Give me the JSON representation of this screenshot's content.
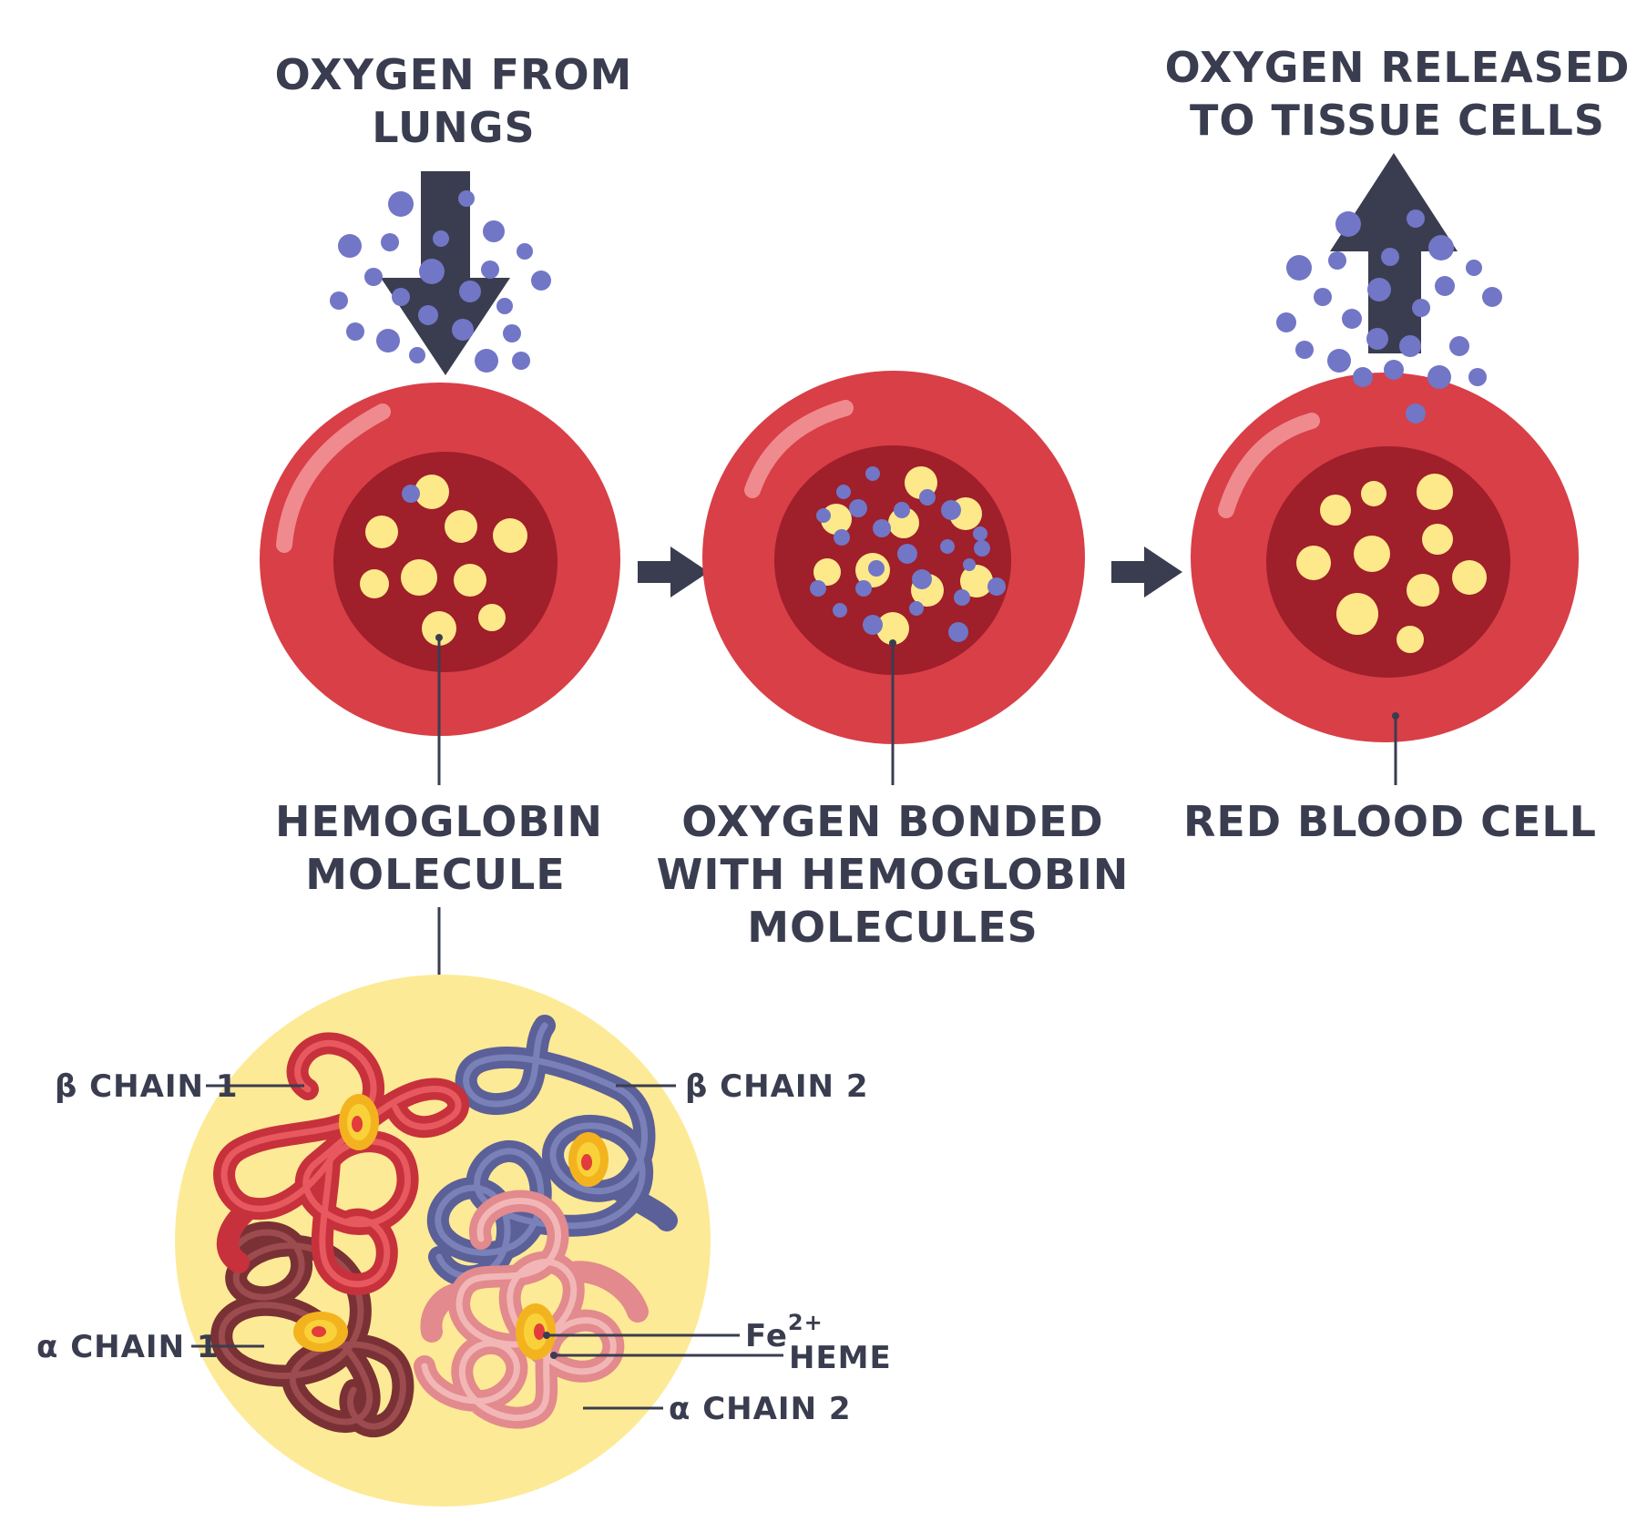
{
  "top_labels": {
    "oxygen_from_lungs": [
      "OXYGEN FROM",
      "LUNGS"
    ],
    "oxygen_released": [
      "OXYGEN RELEASED",
      "TO TISSUE CELLS"
    ]
  },
  "cell_labels": {
    "hemoglobin_molecule": [
      "HEMOGLOBIN",
      "MOLECULE"
    ],
    "oxygen_bonded": [
      "OXYGEN BONDED",
      "WITH HEMOGLOBIN",
      "MOLECULES"
    ],
    "red_blood_cell": [
      "RED BLOOD CELL"
    ]
  },
  "molecule_labels": {
    "beta_chain_1": "β CHAIN 1",
    "beta_chain_2": "β CHAIN 2",
    "alpha_chain_1": "α CHAIN 1",
    "alpha_chain_2": "α CHAIN 2",
    "fe_base": "Fe",
    "fe_sup": "2+",
    "heme": "HEME"
  },
  "colors": {
    "cell_outer": "#d83f47",
    "cell_inner": "#9f1f2b",
    "hemoglobin": "#fde98a",
    "oxygen": "#7176c6",
    "arrow": "#3a3d4f",
    "molecule_bg": "#fdea96",
    "beta_1": "#c7313c",
    "beta_2": "#5b6098",
    "alpha_1": "#7a3135",
    "alpha_2": "#e28a8d",
    "heme": "#f3b31f"
  }
}
